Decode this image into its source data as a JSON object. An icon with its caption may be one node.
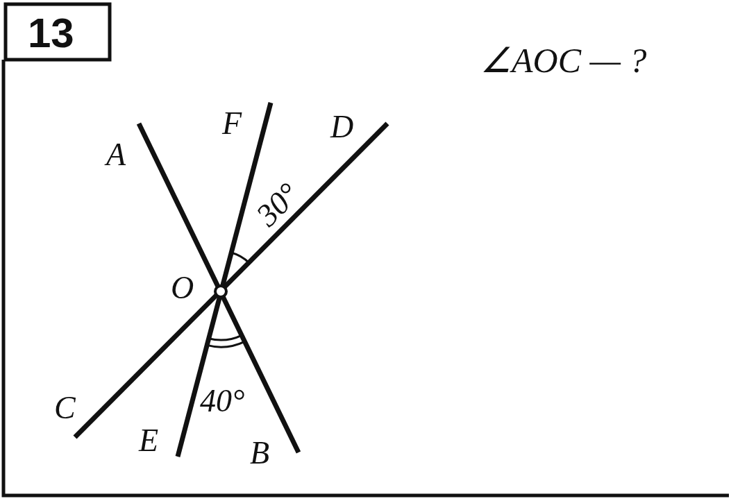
{
  "diagram": {
    "labels": [
      "13",
      "∠AOC — ?",
      "A",
      "F",
      "D",
      "30°",
      "O",
      "C",
      "E",
      "40°",
      "B"
    ]
  }
}
